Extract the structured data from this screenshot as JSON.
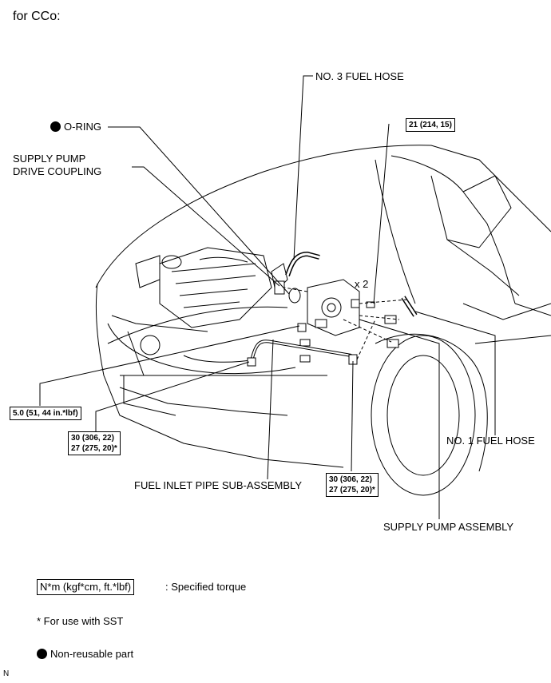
{
  "header": {
    "title": "for CCo:"
  },
  "labels": {
    "no3_fuel_hose": "NO. 3 FUEL HOSE",
    "o_ring": "O-RING",
    "supply_pump_drive_coupling_line1": "SUPPLY PUMP",
    "supply_pump_drive_coupling_line2": "DRIVE COUPLING",
    "x2": "x 2",
    "no1_fuel_hose": "NO. 1 FUEL HOSE",
    "fuel_inlet_pipe": "FUEL INLET PIPE SUB-ASSEMBLY",
    "supply_pump_assembly": "SUPPLY PUMP ASSEMBLY"
  },
  "torques": {
    "t21": "21 (214, 15)",
    "t5": "5.0 (51, 44 in.*lbf)",
    "t30a_line1": "30 (306, 22)",
    "t30a_line2": "27 (275, 20)*",
    "t30b_line1": "30 (306, 22)",
    "t30b_line2": "27 (275, 20)*"
  },
  "legend": {
    "torque_box": "N*m (kgf*cm, ft.*lbf)",
    "torque_desc": ": Specified torque",
    "sst_note": "* For use with SST",
    "non_reusable": "Non-reusable part"
  },
  "footer": {
    "mark": "N"
  }
}
